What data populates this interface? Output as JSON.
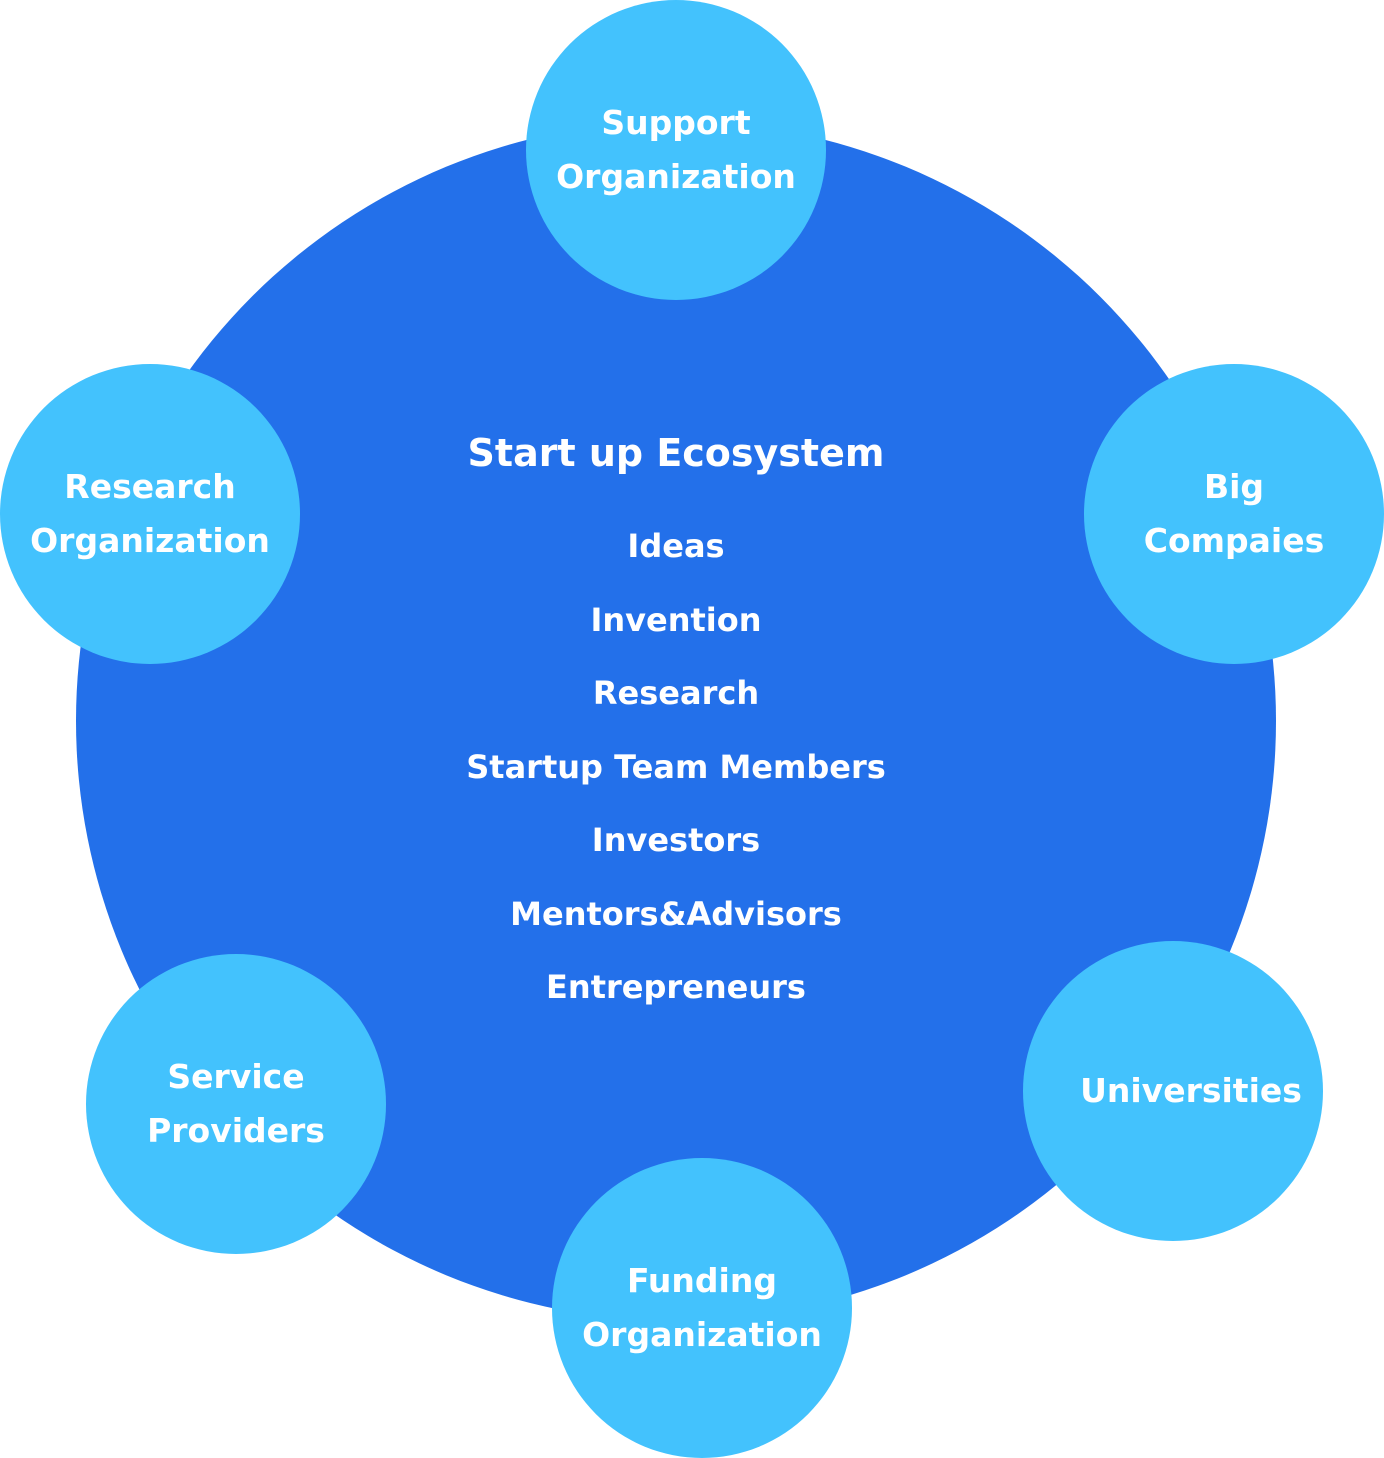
{
  "colors": {
    "main_circle": "#2370EA",
    "satellite_circle": "#43C2FD",
    "text": "#FFFFFF"
  },
  "center": {
    "title": "Start up Ecosystem",
    "items": [
      "Ideas",
      "Invention",
      "Research",
      "Startup Team Members",
      "Investors",
      "Mentors&Advisors",
      "Entrepreneurs"
    ]
  },
  "satellites": {
    "support": "Support\nOrganization",
    "big_companies": "Big\nCompaies",
    "universities": "Universities",
    "funding": "Funding\nOrganization",
    "service": "Service\nProviders",
    "research": "Research\nOrganization"
  }
}
